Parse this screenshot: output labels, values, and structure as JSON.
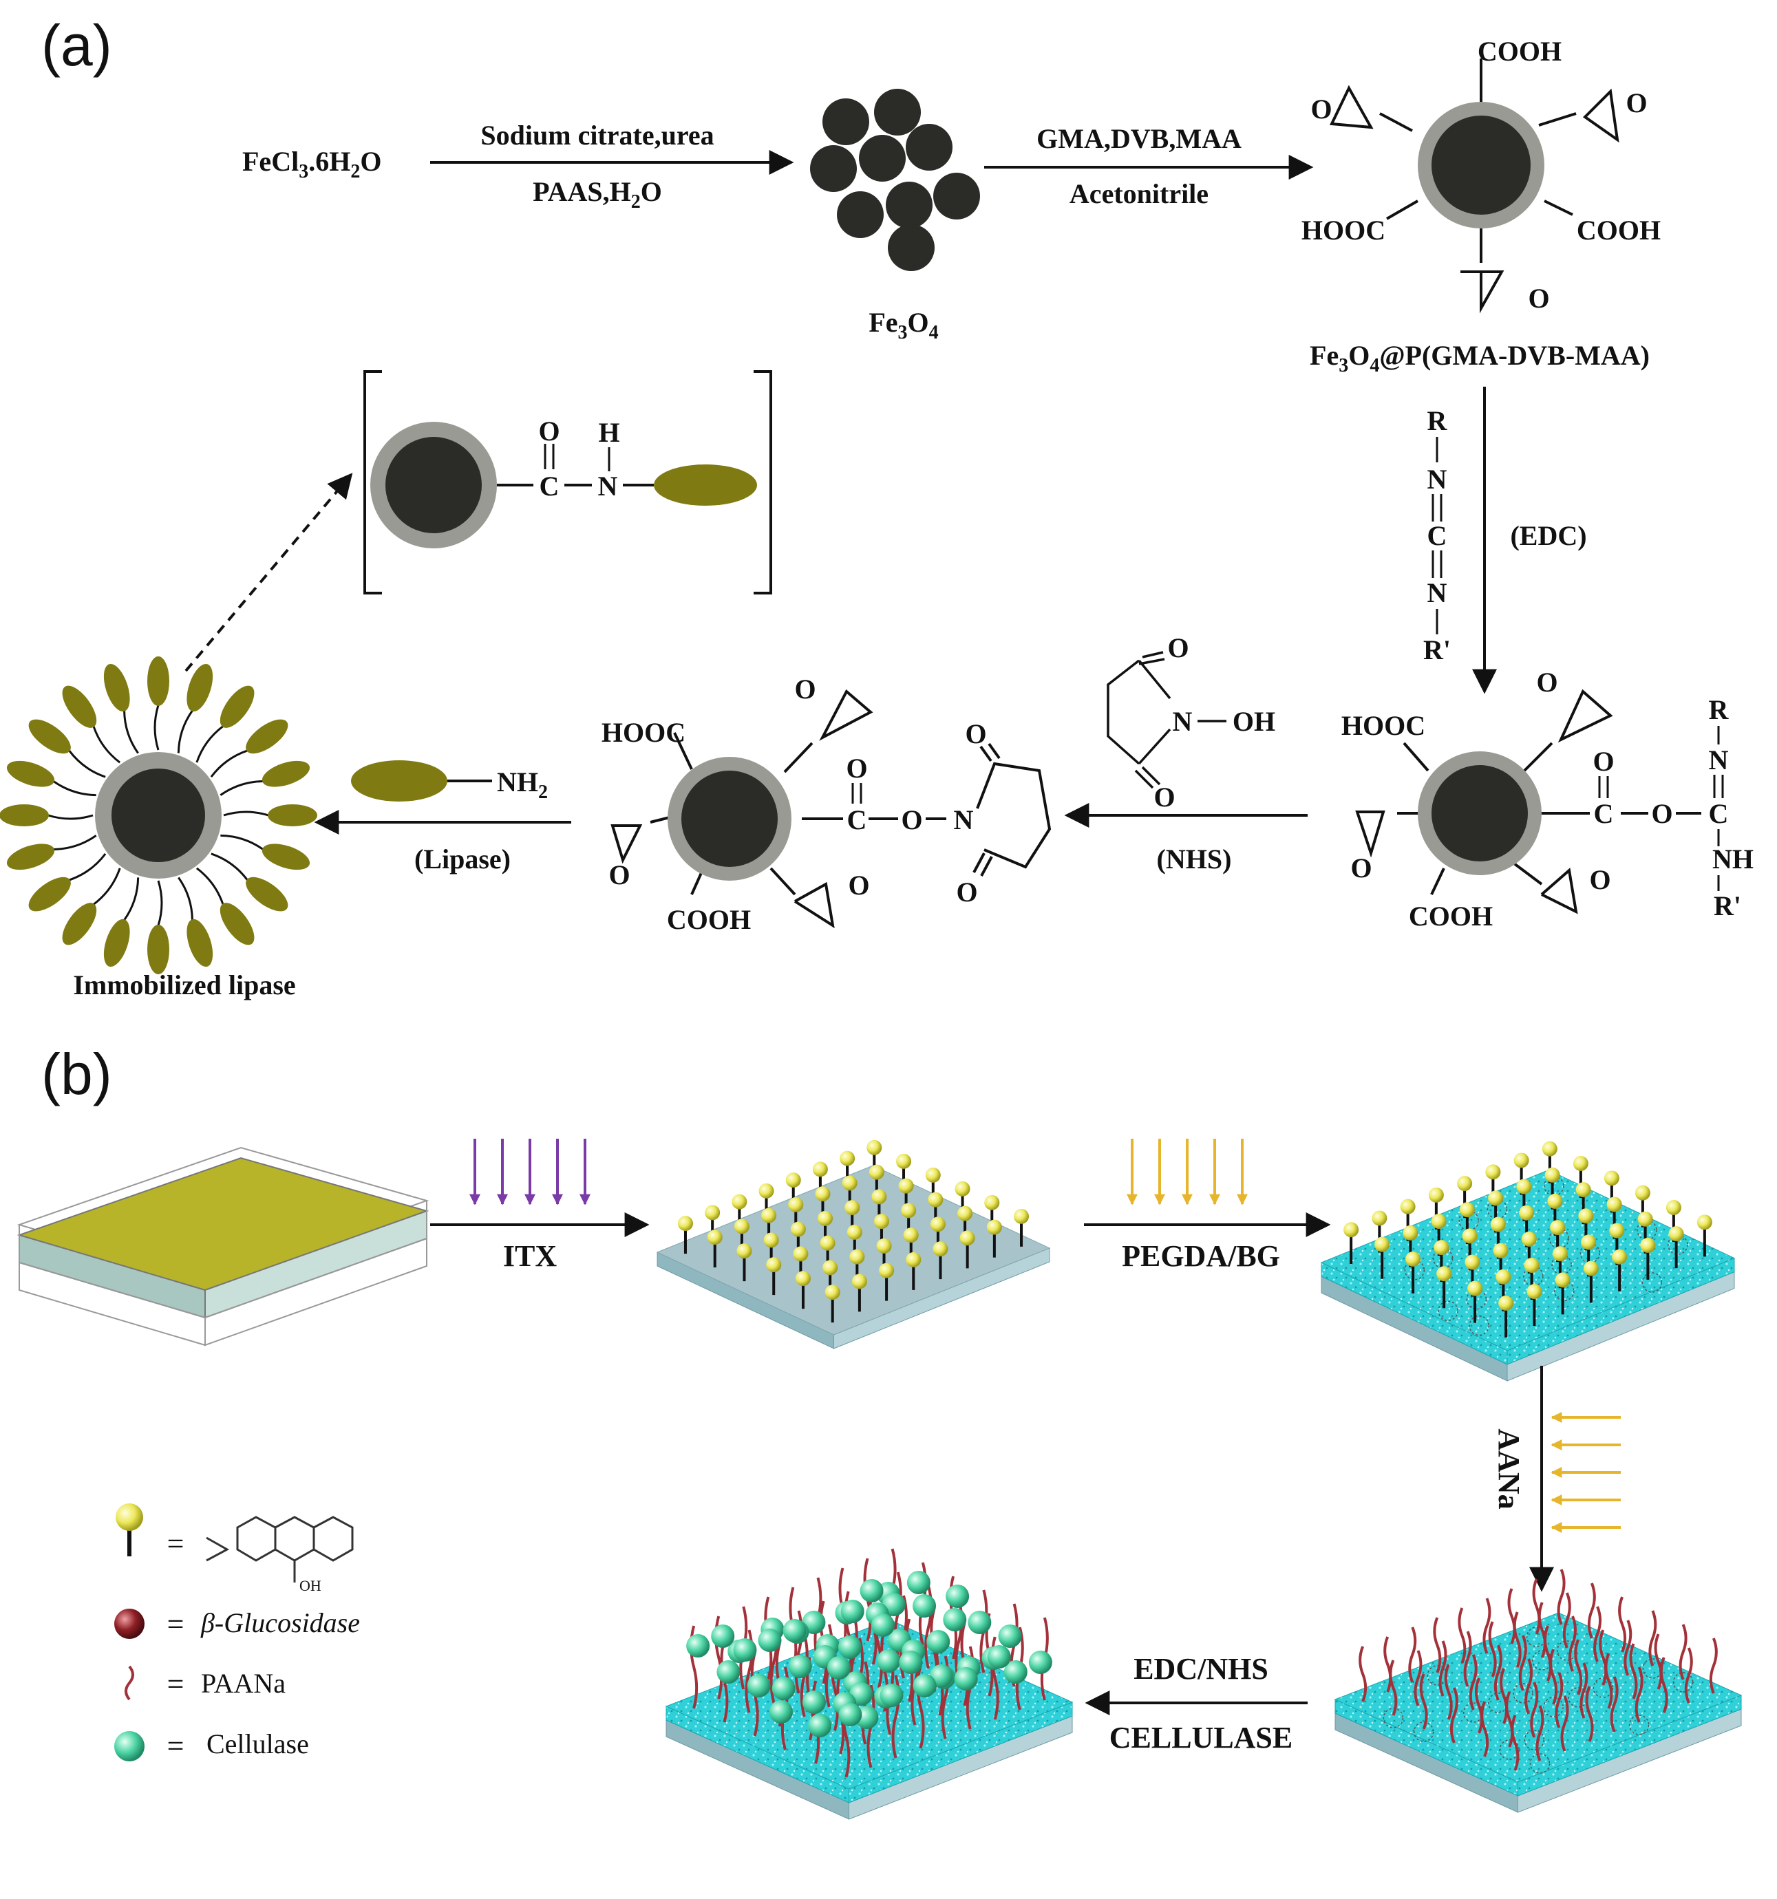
{
  "panels": {
    "a": "(a)",
    "b": "(b)"
  },
  "a": {
    "start": {
      "main": "FeCl",
      "sub1": "3",
      "mid": ".6H",
      "sub2": "2",
      "end": "O"
    },
    "step1": {
      "top": "Sodium citrate,urea",
      "bottom_main": "PAAS,H",
      "bottom_sub": "2",
      "bottom_end": "O"
    },
    "fe3o4": {
      "a": "Fe",
      "s1": "3",
      "b": "O",
      "s2": "4"
    },
    "step2": {
      "top": "GMA,DVB,MAA",
      "bottom": "Acetonitrile"
    },
    "particle1": {
      "label": {
        "a": "Fe",
        "s1": "3",
        "b": "O",
        "s2": "4",
        "c": "@P(GMA-DVB-MAA)"
      },
      "cooh": "COOH",
      "hooc": "HOOC",
      "o": "O"
    },
    "edc": {
      "label": "(EDC)",
      "r": "R",
      "n": "N",
      "c": "C",
      "rp": "R'"
    },
    "particle2": {
      "hooc": "HOOC",
      "cooh": "COOH",
      "c": "C",
      "o": "O",
      "n": "N",
      "nh": "NH",
      "r": "R",
      "rp": "R'"
    },
    "nhs": {
      "label": "(NHS)",
      "n": "N",
      "oh": "OH",
      "o": "O"
    },
    "particle3": {
      "hooc": "HOOC",
      "cooh": "COOH",
      "c": "C",
      "o": "O",
      "n": "N"
    },
    "lipase": {
      "label": "(Lipase)",
      "nh": "NH",
      "nh_sub": "2"
    },
    "immobilized": "Immobilized lipase",
    "bracket": {
      "o": "O",
      "h": "H",
      "c": "C",
      "n": "N"
    }
  },
  "b": {
    "itx": "ITX",
    "pegda": "PEGDA/BG",
    "aana": "AANa",
    "edcnhs": "EDC/NHS",
    "cellulase_step": "CELLULASE",
    "legend": {
      "oh": "OH",
      "items": [
        {
          "eq": "=",
          "label": "β-Glucosidase"
        },
        {
          "eq": "=",
          "label": "PAANa"
        },
        {
          "eq": "=",
          "label": "Cellulase"
        }
      ],
      "eq0": "="
    }
  },
  "colors": {
    "core": "#2b2b27",
    "shell": "#9a9a94",
    "olive": "#7f7b12",
    "slab": "#a9c3cb",
    "hydrogel": "#2fd0d8",
    "yellow_ball": "#ece85a",
    "green_ball": "#4fd6a6",
    "red_ball": "#8e1f25",
    "purple_arrow": "#7a3aa8",
    "gold_arrow": "#e6b52c",
    "chain": "#a3313a"
  }
}
